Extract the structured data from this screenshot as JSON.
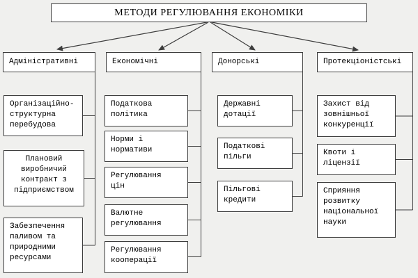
{
  "diagram": {
    "title": "МЕТОДИ РЕГУЛЮВАННЯ ЕКОНОМІКИ",
    "columns": [
      {
        "header": "Адміністративні",
        "children": [
          {
            "label": "Організаційно-\nструктурна\nперебудова"
          },
          {
            "label": "Плановий\nвиробничий\nконтракт з\nпідприємством"
          },
          {
            "label": "Забезпечення\nпаливом та\nприродними\nресурсами"
          }
        ]
      },
      {
        "header": "Економічні",
        "children": [
          {
            "label": "Податкова\nполітика"
          },
          {
            "label": "Норми і\nнормативи"
          },
          {
            "label": "Регулювання\nцін"
          },
          {
            "label": "Валютне\nрегулювання"
          },
          {
            "label": "Регулювання\nкооперації"
          }
        ]
      },
      {
        "header": "Донорські",
        "children": [
          {
            "label": "Державні\nдотації"
          },
          {
            "label": "Податкові\nпільги"
          },
          {
            "label": "Пільгові\nкредити"
          }
        ]
      },
      {
        "header": "Протекціоністські",
        "children": [
          {
            "label": "Захист від\nзовнішньої\nконкуренції"
          },
          {
            "label": "Квоти і\nліцензії"
          },
          {
            "label": "Сприяння\nрозвитку\nнаціональної\nнауки"
          }
        ]
      }
    ],
    "colors": {
      "background": "#f0f0ee",
      "box_fill": "#ffffff",
      "border": "#3d3d3d",
      "text": "#000000"
    }
  }
}
